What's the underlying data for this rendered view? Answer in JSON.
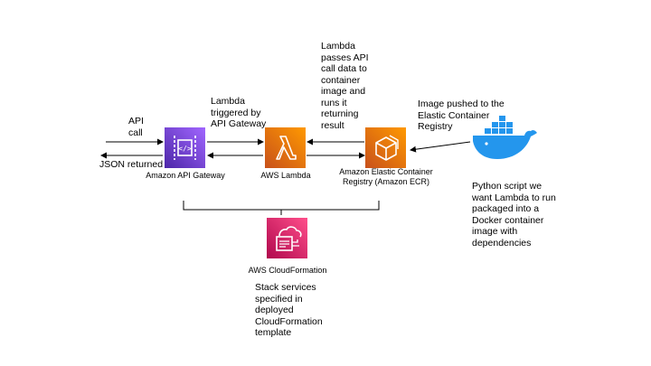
{
  "labels": {
    "api_call": "API\ncall",
    "json_returned": "JSON returned",
    "lambda_triggered": "Lambda\ntriggered by\nAPI Gateway",
    "lambda_passes": "Lambda\npasses  API\ncall data to\ncontainer\nimage and\nruns it\nreturning\nresult",
    "image_pushed": "Image pushed to the\nElastic Container\nRegistry",
    "python_script": "Python script we\nwant Lambda to run\npackaged into a\nDocker container\nimage with\ndependencies",
    "stack_services": "Stack services\nspecified in\ndeployed\nCloudFormation\ntemplate"
  },
  "services": {
    "api_gateway": "Amazon API Gateway",
    "lambda": "AWS Lambda",
    "ecr": "Amazon Elastic Container\nRegistry (Amazon ECR)",
    "cloudformation": "AWS CloudFormation"
  },
  "icons": {
    "api_gateway": "api-gateway-icon",
    "lambda": "lambda-icon",
    "ecr": "ecr-icon",
    "cloudformation": "cloudformation-icon",
    "docker": "docker-whale-icon"
  },
  "colors": {
    "api_gateway": "#8C4FFF",
    "lambda": "#ED7100",
    "ecr": "#ED7100",
    "cloudformation": "#E7157B",
    "docker": "#2496ED"
  }
}
